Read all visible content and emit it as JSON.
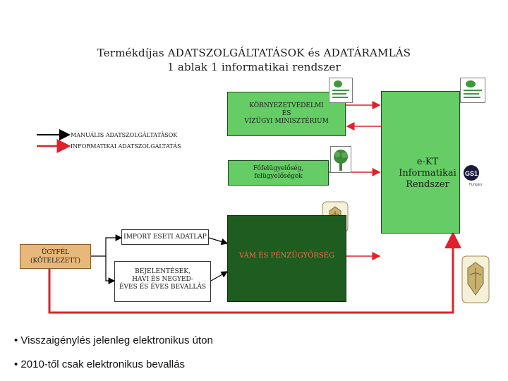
{
  "title": {
    "line1": "Termékdíjas ADATSZOLGÁLTATÁSOK és ADATÁRAMLÁS",
    "line2": "1 ablak 1 informatikai rendszer"
  },
  "legend": {
    "manual_label": "MANUÁLIS ADATSZOLGÁLTATÁSOK",
    "it_label": "INFORMATIKAI ADATSZOLGÁLTATÁS",
    "manual_color": "#000000",
    "it_color": "#e0202a"
  },
  "ministry": {
    "line1": "KÖRNYEZETVÉDELMI",
    "line2": "ÉS",
    "line3": "VÍZÜGYI MINISZTÉRIUM"
  },
  "inspectorate": {
    "line1": "Főfelügyelőség,",
    "line2": "felügyelőségek"
  },
  "ekt": {
    "line1": "e-KT",
    "line2": "Informatikai",
    "line3": "Rendszer",
    "gs1_text": "GS1",
    "gs1_sub": "Hungary"
  },
  "import_form": "IMPORT ESETI ADATLAP",
  "client": {
    "line1": "ÜGYFÉL",
    "line2": "(KÖTELEZETT)"
  },
  "customs": "VÁM ÉS PÉNZÜGYŐRSÉG",
  "declarations": {
    "line1": "BEJELENTÉSEK,",
    "line2": "HAVI ÉS NEGYED-",
    "line3": "ÉVES ÉS ÉVES BEVALLÁS"
  },
  "bullets": [
    "• Visszaigénylés jelenleg elektronikus úton",
    "• 2010-től csak elektronikus bevallás"
  ],
  "colors": {
    "box_green": "#66cc66",
    "customs_green": "#1f5c1f",
    "client_fill": "#e8b87a",
    "ekt_fill": "#66cc66",
    "arrow_red": "#e0202a"
  },
  "icons": [
    "ministry-logo-icon",
    "tree-icon",
    "customs-emblem-icon",
    "gs1-logo-icon"
  ]
}
